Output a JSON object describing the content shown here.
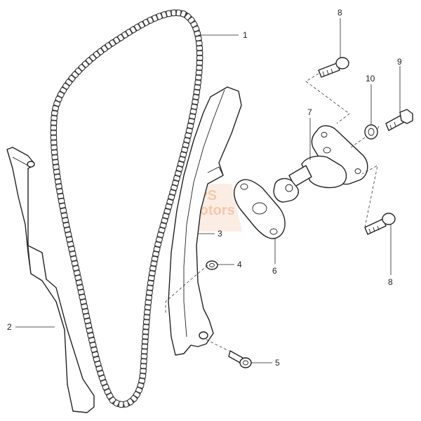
{
  "diagram": {
    "watermark": {
      "line1": "BPS",
      "line2": "Motors"
    },
    "callouts": [
      {
        "id": "1",
        "label": "1"
      },
      {
        "id": "2",
        "label": "2"
      },
      {
        "id": "3",
        "label": "3"
      },
      {
        "id": "4",
        "label": "4"
      },
      {
        "id": "5",
        "label": "5"
      },
      {
        "id": "6",
        "label": "6"
      },
      {
        "id": "7",
        "label": "7"
      },
      {
        "id": "8a",
        "label": "8"
      },
      {
        "id": "8b",
        "label": "8"
      },
      {
        "id": "9",
        "label": "9"
      },
      {
        "id": "10",
        "label": "10"
      }
    ]
  }
}
